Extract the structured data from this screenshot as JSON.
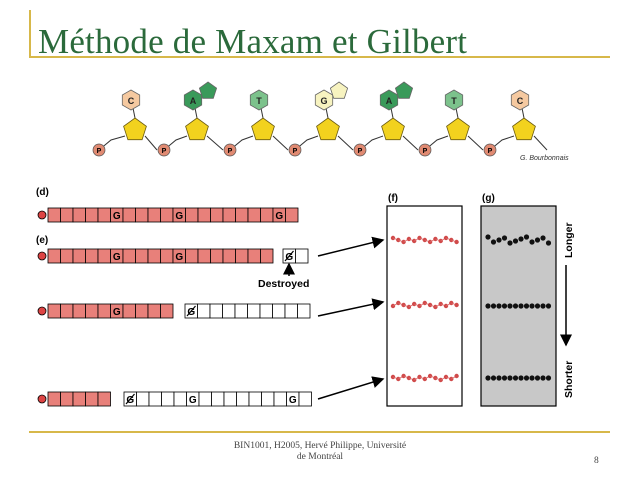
{
  "slide": {
    "title": "Méthode de Maxam et Gilbert",
    "footer_line1": "BIN1001, H2005, Hervé Philippe, Université",
    "footer_line2": "de Montréal",
    "page_number": "8"
  },
  "strand": {
    "bases": [
      {
        "letter": "C",
        "color": "#f5c9a0"
      },
      {
        "letter": "A",
        "color": "#3a9a5a"
      },
      {
        "letter": "T",
        "color": "#7cc28c"
      },
      {
        "letter": "G",
        "color": "#f7f3c0"
      },
      {
        "letter": "A",
        "color": "#3a9a5a"
      },
      {
        "letter": "T",
        "color": "#7cc28c"
      },
      {
        "letter": "C",
        "color": "#f5c9a0"
      }
    ],
    "phosphate_label": "P",
    "signature": "G. Bourbonnais"
  },
  "fragments": {
    "label_d": "(d)",
    "label_e": "(e)",
    "g_label": "G",
    "destroyed_label": "Destroyed"
  },
  "gels": {
    "label_f": "(f)",
    "label_g": "(g)",
    "longer_label": "Longer",
    "shorter_label": "Shorter"
  },
  "colors": {
    "title": "#2b6a3b",
    "rule": "#d7b84a",
    "fragment_fill": "#e8807a",
    "sugar": "#f2d21e",
    "phosphate": "#e08a72"
  }
}
